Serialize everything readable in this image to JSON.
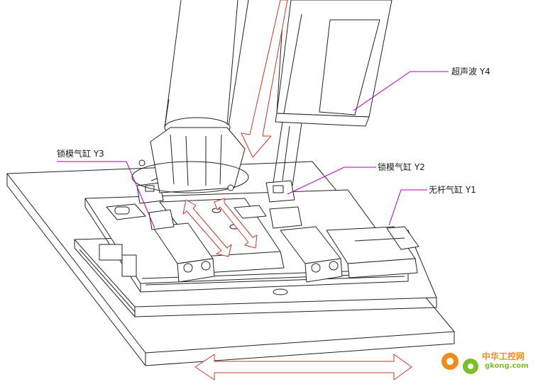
{
  "labels": {
    "y4": "超声波 Y4",
    "y3": "锁模气缸 Y3",
    "y2": "锁模气缸 Y2",
    "y1": "无杆气缸 Y1"
  },
  "watermark": {
    "brand": "中华工控网",
    "site": "gkong.com"
  },
  "colors": {
    "line": "#222222",
    "leader": "#b000b0",
    "motion_arrow": "#c0392b",
    "logo_orange": "#f08c1a",
    "logo_green": "#7cbf2a"
  }
}
